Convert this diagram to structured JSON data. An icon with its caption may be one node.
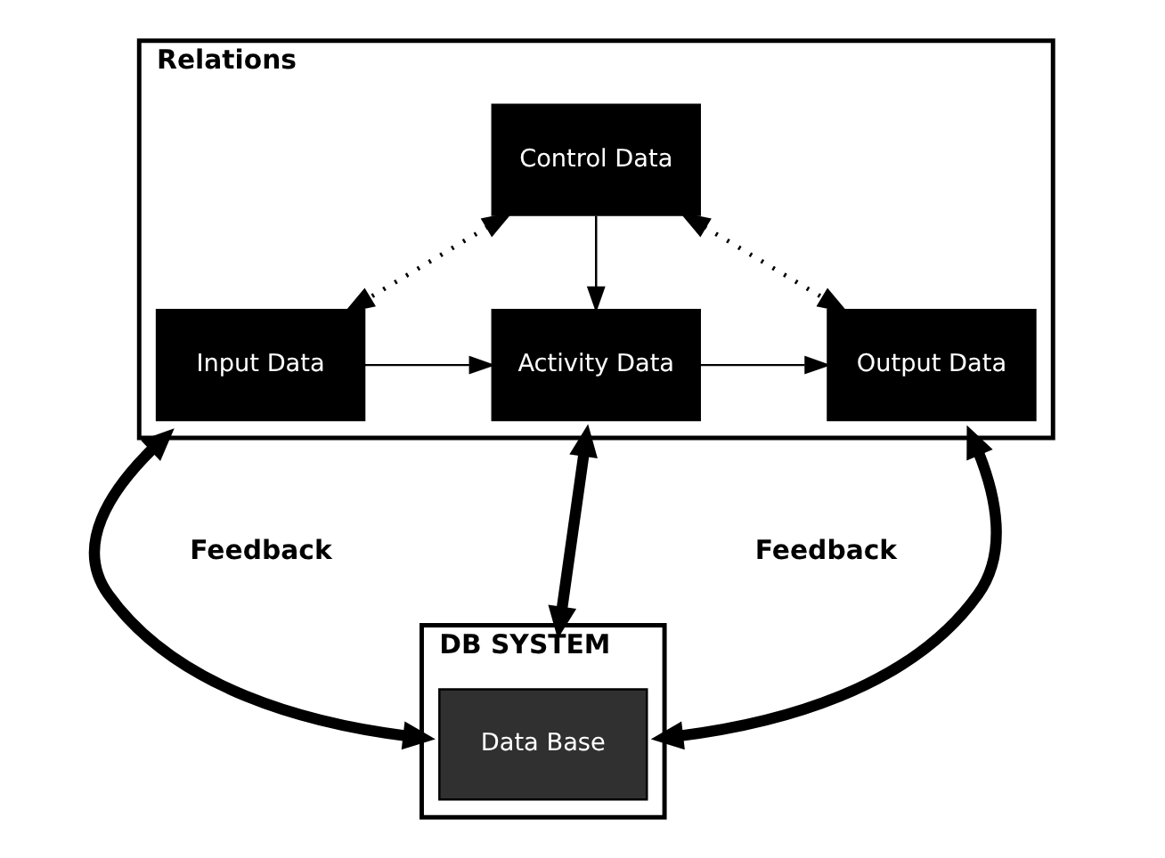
{
  "diagram": {
    "nodes": [
      {
        "text": [
          "Relations"
        ]
      },
      {
        "text": [
          "Control Data"
        ],
        "in": 0
      },
      {
        "text": [
          "Input Data"
        ],
        "in": 0
      },
      {
        "text": [
          "Activity Data"
        ],
        "in": 0
      },
      {
        "text": [
          "Output Data"
        ],
        "in": 0
      },
      {
        "text": [
          "DB SYSTEM"
        ]
      },
      {
        "text": [
          "Data Base"
        ],
        "in": 5
      }
    ],
    "edges": [
      {
        "from": 1,
        "to": 2,
        "arrow": "both",
        "style": "dashed"
      },
      {
        "from": 1,
        "to": 4,
        "arrow": "both",
        "style": "dashed"
      },
      {
        "from": 1,
        "to": 3,
        "arrow": "to"
      },
      {
        "from": 2,
        "to": 3,
        "arrow": "to"
      },
      {
        "from": 3,
        "to": 4,
        "arrow": "to"
      },
      {
        "from": 0,
        "to": 5,
        "arrow": "both",
        "style": "thick"
      },
      {
        "from": 0,
        "to": 5,
        "arrow": "both",
        "style": "thick"
      },
      {
        "from": 0,
        "to": 5,
        "arrow": "both",
        "style": "thick"
      }
    ],
    "labels": [
      "Feedback",
      "Feedback"
    ]
  }
}
